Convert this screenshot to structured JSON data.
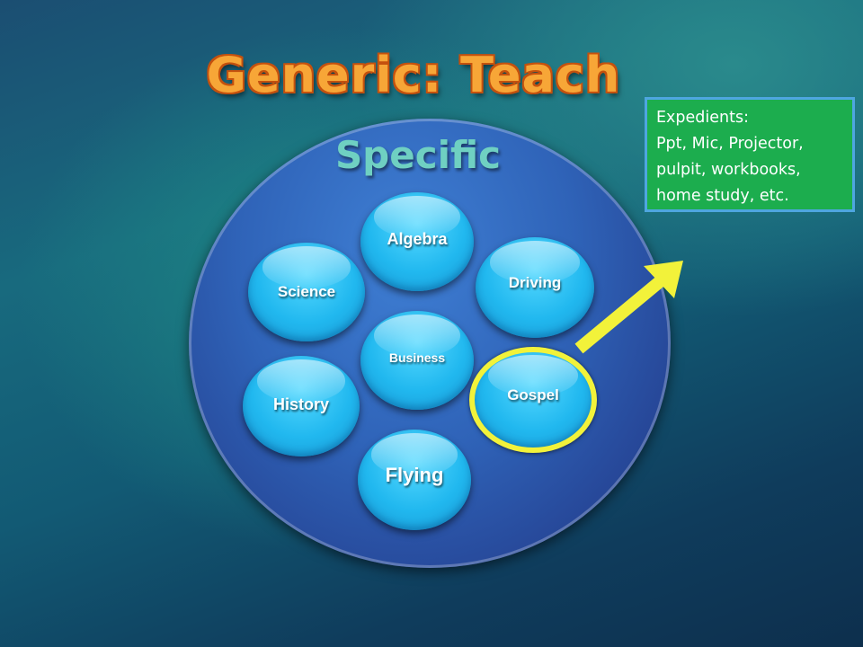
{
  "title": "Generic: Teach",
  "subtitle": "Specific",
  "subjects": {
    "algebra": "Algebra",
    "science": "Science",
    "driving": "Driving",
    "business": "Business",
    "history": "History",
    "gospel": "Gospel",
    "flying": "Flying"
  },
  "callout": {
    "line1": "Expedients:",
    "line2": "Ppt, Mic, Projector,",
    "line3": "pulpit, workbooks,",
    "line4": "home study, etc."
  },
  "colors": {
    "title": "#f7a637",
    "big_circle": "#2f63b8",
    "bubble": "#21b8ef",
    "highlight_ring": "#f2f23a",
    "callout_bg": "#1cad4e"
  }
}
